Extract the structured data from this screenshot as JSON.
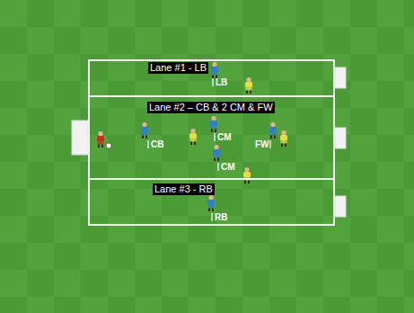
{
  "diagram": {
    "nodes": [
      {
        "text": [
          "Lane #1 - LB"
        ]
      },
      {
        "text": [
          "Lane #2 – CB & 2 CM & FW"
        ]
      },
      {
        "text": [
          "Lane #3 - RB"
        ]
      }
    ],
    "labels": [
      "LB",
      "CM",
      "CB",
      "FW",
      "CM",
      "RB"
    ]
  }
}
